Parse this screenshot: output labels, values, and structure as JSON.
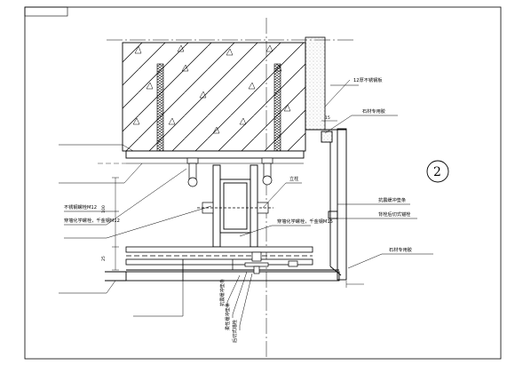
{
  "drawing": {
    "detail_number": "2",
    "annotations": {
      "steel_plate_12": "12厚不锈钢板",
      "stone_glue_top": "石材专用胶",
      "stainless_bolt": "不锈钢螺栓M12",
      "chem_anchor": "穿墙化学螺栓，千金钢M12",
      "vertical_member": "立柱",
      "through_bolt": "穿墙化学螺栓，千金钢M15",
      "anti_shock_pad": "抗震缓冲垫条",
      "back_bolt_anchor": "背栓后切式锚栓",
      "stone_glue_bottom": "石材专用胶",
      "buffer_pad_a": "抗震缓冲垫条",
      "buffer_pad_b": "柔性缓冲垫条",
      "undercut_anchor": "后切式锚栓"
    },
    "dimensions": {
      "d1": "15",
      "d2": "100",
      "d3": "25"
    }
  }
}
